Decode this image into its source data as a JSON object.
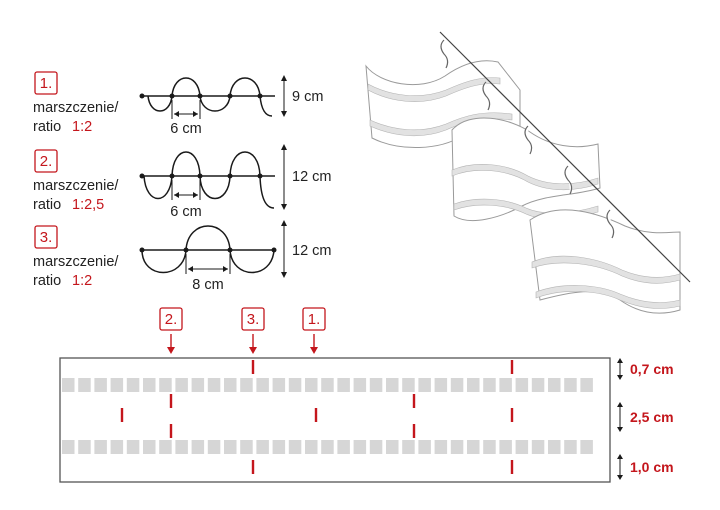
{
  "variants": [
    {
      "number": "1.",
      "label": "marszczenie/",
      "ratio_prefix": "ratio",
      "ratio": "1:2",
      "width": "6 cm",
      "height": "9 cm"
    },
    {
      "number": "2.",
      "label": "marszczenie/",
      "ratio_prefix": "ratio",
      "ratio": "1:2,5",
      "width": "6 cm",
      "height": "12 cm"
    },
    {
      "number": "3.",
      "label": "marszczenie/",
      "ratio_prefix": "ratio",
      "ratio": "1:2",
      "width": "8 cm",
      "height": "12 cm"
    }
  ],
  "tape": {
    "markers": [
      "2.",
      "3.",
      "1."
    ],
    "dimensions": [
      "0,7 cm",
      "2,5 cm",
      "1,0 cm"
    ]
  },
  "colors": {
    "accent": "#c4161c",
    "tape_band": "#d6d6d6",
    "line": "#1a1a1a"
  }
}
